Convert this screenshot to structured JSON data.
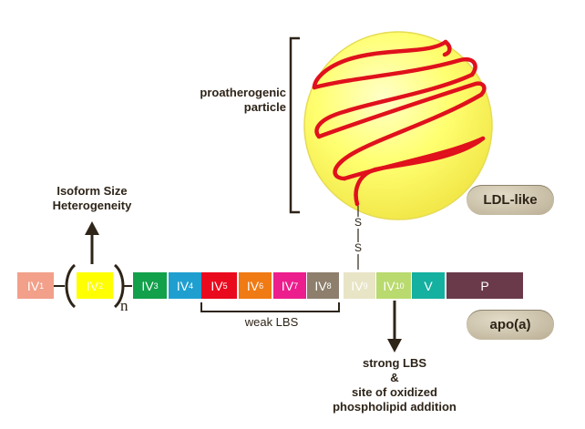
{
  "particle_label": "proatherogenic particle",
  "particle_label_lines": [
    "proatherogenic",
    "particle"
  ],
  "ldl_pill": "LDL-like",
  "apo_pill": "apo(a)",
  "isoform_label_lines": [
    "Isoform Size",
    "Heterogeneity"
  ],
  "repeat_subscript": "n",
  "disulfide": [
    "S",
    "S"
  ],
  "weak_lbs": "weak LBS",
  "strong_lbs_lines": [
    "strong LBS",
    "&",
    "site of oxidized",
    "phospholipid addition"
  ],
  "segments": [
    {
      "name": "IV",
      "sub": "1",
      "color": "#f2a08a"
    },
    {
      "name": "IV",
      "sub": "2",
      "color": "#ffff00"
    },
    {
      "name": "IV",
      "sub": "3",
      "color": "#12a04a"
    },
    {
      "name": "IV",
      "sub": "4",
      "color": "#1f9fd0"
    },
    {
      "name": "IV",
      "sub": "5",
      "color": "#ea0a1e"
    },
    {
      "name": "IV",
      "sub": "6",
      "color": "#f07a14"
    },
    {
      "name": "IV",
      "sub": "7",
      "color": "#ec1d8c"
    },
    {
      "name": "IV",
      "sub": "8",
      "color": "#8d7f6c"
    },
    {
      "name": "IV",
      "sub": "9",
      "color": "#e8e4c6"
    },
    {
      "name": "IV",
      "sub": "10",
      "color": "#b9da6e"
    },
    {
      "name": "V",
      "sub": "",
      "color": "#14b0a0"
    },
    {
      "name": "P",
      "sub": "",
      "color": "#6a3a4a"
    }
  ],
  "colors": {
    "text": "#2e2418",
    "sphere": "#ffff66",
    "helix": "#e0101c",
    "bracket": "#2e2418"
  }
}
